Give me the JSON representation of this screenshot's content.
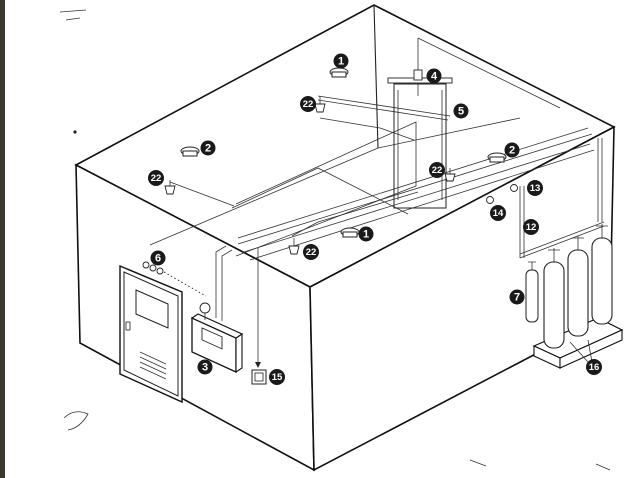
{
  "callouts": [
    {
      "id": "c1a",
      "text": "1"
    },
    {
      "id": "c1b",
      "text": "1"
    },
    {
      "id": "c2a",
      "text": "2"
    },
    {
      "id": "c2b",
      "text": "2"
    },
    {
      "id": "c3",
      "text": "3"
    },
    {
      "id": "c4",
      "text": "4"
    },
    {
      "id": "c5",
      "text": "5"
    },
    {
      "id": "c6",
      "text": "6"
    },
    {
      "id": "c7",
      "text": "7"
    },
    {
      "id": "c12",
      "text": "12"
    },
    {
      "id": "c13",
      "text": "13"
    },
    {
      "id": "c14",
      "text": "14"
    },
    {
      "id": "c15",
      "text": "15"
    },
    {
      "id": "c16",
      "text": "16"
    },
    {
      "id": "c22a",
      "text": "22"
    },
    {
      "id": "c22b",
      "text": "22"
    },
    {
      "id": "c22c",
      "text": "22"
    },
    {
      "id": "c22d",
      "text": "22"
    }
  ],
  "colors": {
    "line": "#222222",
    "badge": "#1a1a1a",
    "paper": "#ffffff",
    "edge": "#3a3630"
  }
}
